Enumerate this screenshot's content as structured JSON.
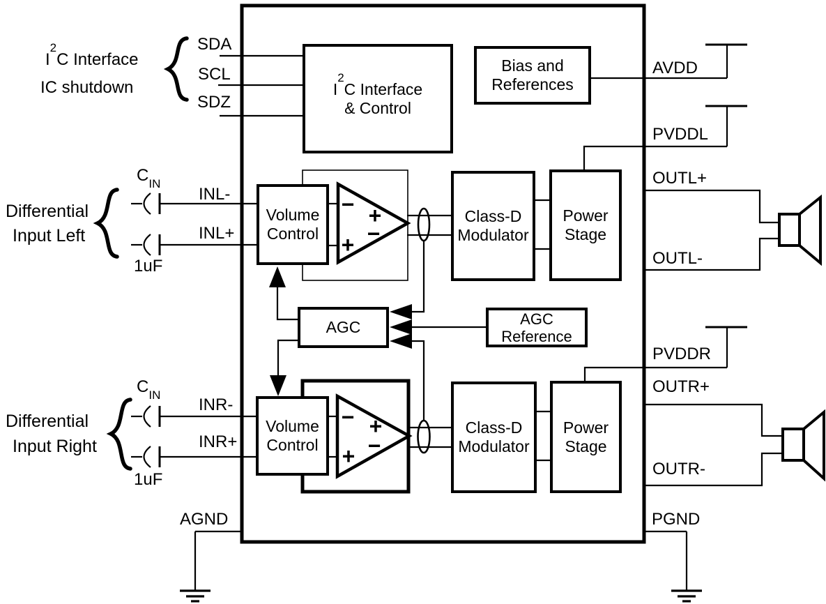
{
  "colors": {
    "ink": "#000000",
    "background": "#ffffff"
  },
  "external": {
    "i2c_group": {
      "prefix": "I",
      "sup": "2",
      "suffix": "C Interface",
      "line2": "IC shutdown"
    },
    "diff_left": [
      "Differential",
      "Input Left"
    ],
    "diff_right": [
      "Differential",
      "Input Right"
    ],
    "cap": {
      "c": "C",
      "sub": "IN",
      "value": "1uF"
    }
  },
  "pins": {
    "sda": "SDA",
    "scl": "SCL",
    "sdz": "SDZ",
    "inl_minus": "INL-",
    "inl_plus": "INL+",
    "inr_minus": "INR-",
    "inr_plus": "INR+",
    "avdd": "AVDD",
    "pvddl": "PVDDL",
    "pvddr": "PVDDR",
    "outl_plus": "OUTL+",
    "outl_minus": "OUTL-",
    "outr_plus": "OUTR+",
    "outr_minus": "OUTR-",
    "agnd": "AGND",
    "pgnd": "PGND"
  },
  "blocks": {
    "i2c_control": {
      "prefix": "I",
      "sup": "2",
      "suffix": "C Interface",
      "line2": "& Control"
    },
    "bias": [
      "Bias and",
      "References"
    ],
    "volume_control": [
      "Volume",
      "Control"
    ],
    "class_d": [
      "Class-D",
      "Modulator"
    ],
    "power_stage": [
      "Power",
      "Stage"
    ],
    "agc": "AGC",
    "agc_reference": [
      "AGC",
      "Reference"
    ]
  },
  "opamp": {
    "plus": "+",
    "minus": "−"
  }
}
